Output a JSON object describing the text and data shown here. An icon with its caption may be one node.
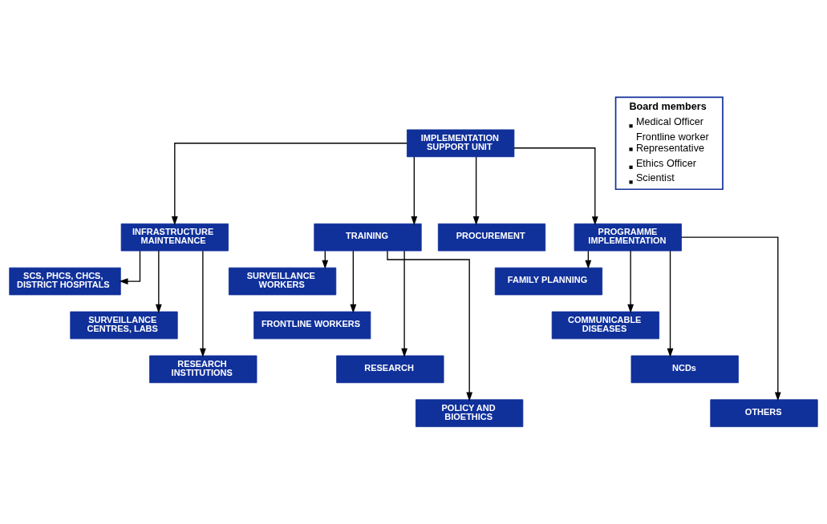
{
  "diagram": {
    "nodes": [
      {
        "text": [
          "IMPLEMENTATION SUPPORT UNIT"
        ]
      },
      {
        "text": [
          "INFRASTRUCTURE MAINTENANCE"
        ]
      },
      {
        "text": [
          "TRAINING"
        ]
      },
      {
        "text": [
          "PROCUREMENT"
        ]
      },
      {
        "text": [
          "PROGRAMME IMPLEMENTATION"
        ]
      },
      {
        "text": [
          "SCS, PHCS, CHCS, DISTRICT HOSPITALS"
        ]
      },
      {
        "text": [
          "SURVEILLANCE CENTRES, LABS"
        ]
      },
      {
        "text": [
          "RESEARCH INSTITUTIONS"
        ]
      },
      {
        "text": [
          "SURVEILLANCE WORKERS"
        ]
      },
      {
        "text": [
          "FRONTLINE WORKERS"
        ]
      },
      {
        "text": [
          "RESEARCH"
        ]
      },
      {
        "text": [
          "POLICY AND BIOETHICS"
        ]
      },
      {
        "text": [
          "FAMILY PLANNING"
        ]
      },
      {
        "text": [
          "COMMUNICABLE DISEASES"
        ]
      },
      {
        "text": [
          "NCDs"
        ]
      },
      {
        "text": [
          "OTHERS"
        ]
      },
      {
        "text": [
          "Board members",
          "Medical Officer",
          "Frontline worker Representative",
          "Ethics Officer",
          "Scientist"
        ]
      }
    ],
    "edges": [
      {
        "from": 0,
        "to": 1,
        "arrow": "to"
      },
      {
        "from": 0,
        "to": 2,
        "arrow": "to"
      },
      {
        "from": 0,
        "to": 3,
        "arrow": "to"
      },
      {
        "from": 0,
        "to": 4,
        "arrow": "to"
      },
      {
        "from": 1,
        "to": 5,
        "arrow": "to"
      },
      {
        "from": 1,
        "to": 6,
        "arrow": "to"
      },
      {
        "from": 1,
        "to": 7,
        "arrow": "to"
      },
      {
        "from": 2,
        "to": 8,
        "arrow": "to"
      },
      {
        "from": 2,
        "to": 9,
        "arrow": "to"
      },
      {
        "from": 2,
        "to": 10,
        "arrow": "to"
      },
      {
        "from": 2,
        "to": 11,
        "arrow": "to"
      },
      {
        "from": 4,
        "to": 12,
        "arrow": "to"
      },
      {
        "from": 4,
        "to": 13,
        "arrow": "to"
      },
      {
        "from": 4,
        "to": 14,
        "arrow": "to"
      },
      {
        "from": 4,
        "to": 15,
        "arrow": "to"
      }
    ]
  }
}
